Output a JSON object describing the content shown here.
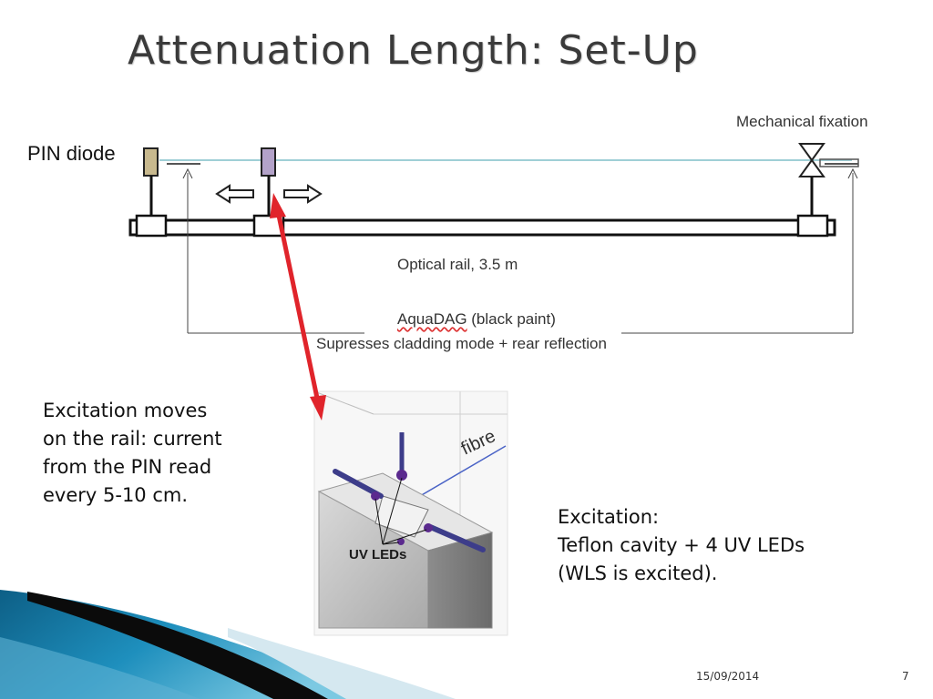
{
  "slide": {
    "title": "Attenuation Length: Set-Up",
    "date": "15/09/2014",
    "page_number": "7"
  },
  "setup_diagram": {
    "pin_label": "PIN diode",
    "fixation_label": "Mechanical fixation",
    "rail_label": "Optical rail, 3.5 m",
    "aquadag_word": "AquaDAG",
    "aquadag_rest": " (black paint)",
    "suppress_label": "Supresses cladding mode + rear reflection"
  },
  "cavity_inset": {
    "fibre_label": "fibre",
    "leds_label": "UV LEDs"
  },
  "text_blocks": {
    "moves_lines": [
      "Excitation moves",
      "on the rail: current",
      "from the PIN read",
      "every 5-10 cm."
    ],
    "excitation_lines": [
      "Excitation:",
      "Teflon cavity + 4 UV LEDs",
      "(WLS is excited)."
    ]
  },
  "colors": {
    "pointer_arrow": "#e0242b",
    "fibre_line": "#9fcfd6",
    "pin_fill": "#c8b98e",
    "excitation_fill": "#b3a2c9",
    "accent_blue": "#1c7fa8"
  }
}
